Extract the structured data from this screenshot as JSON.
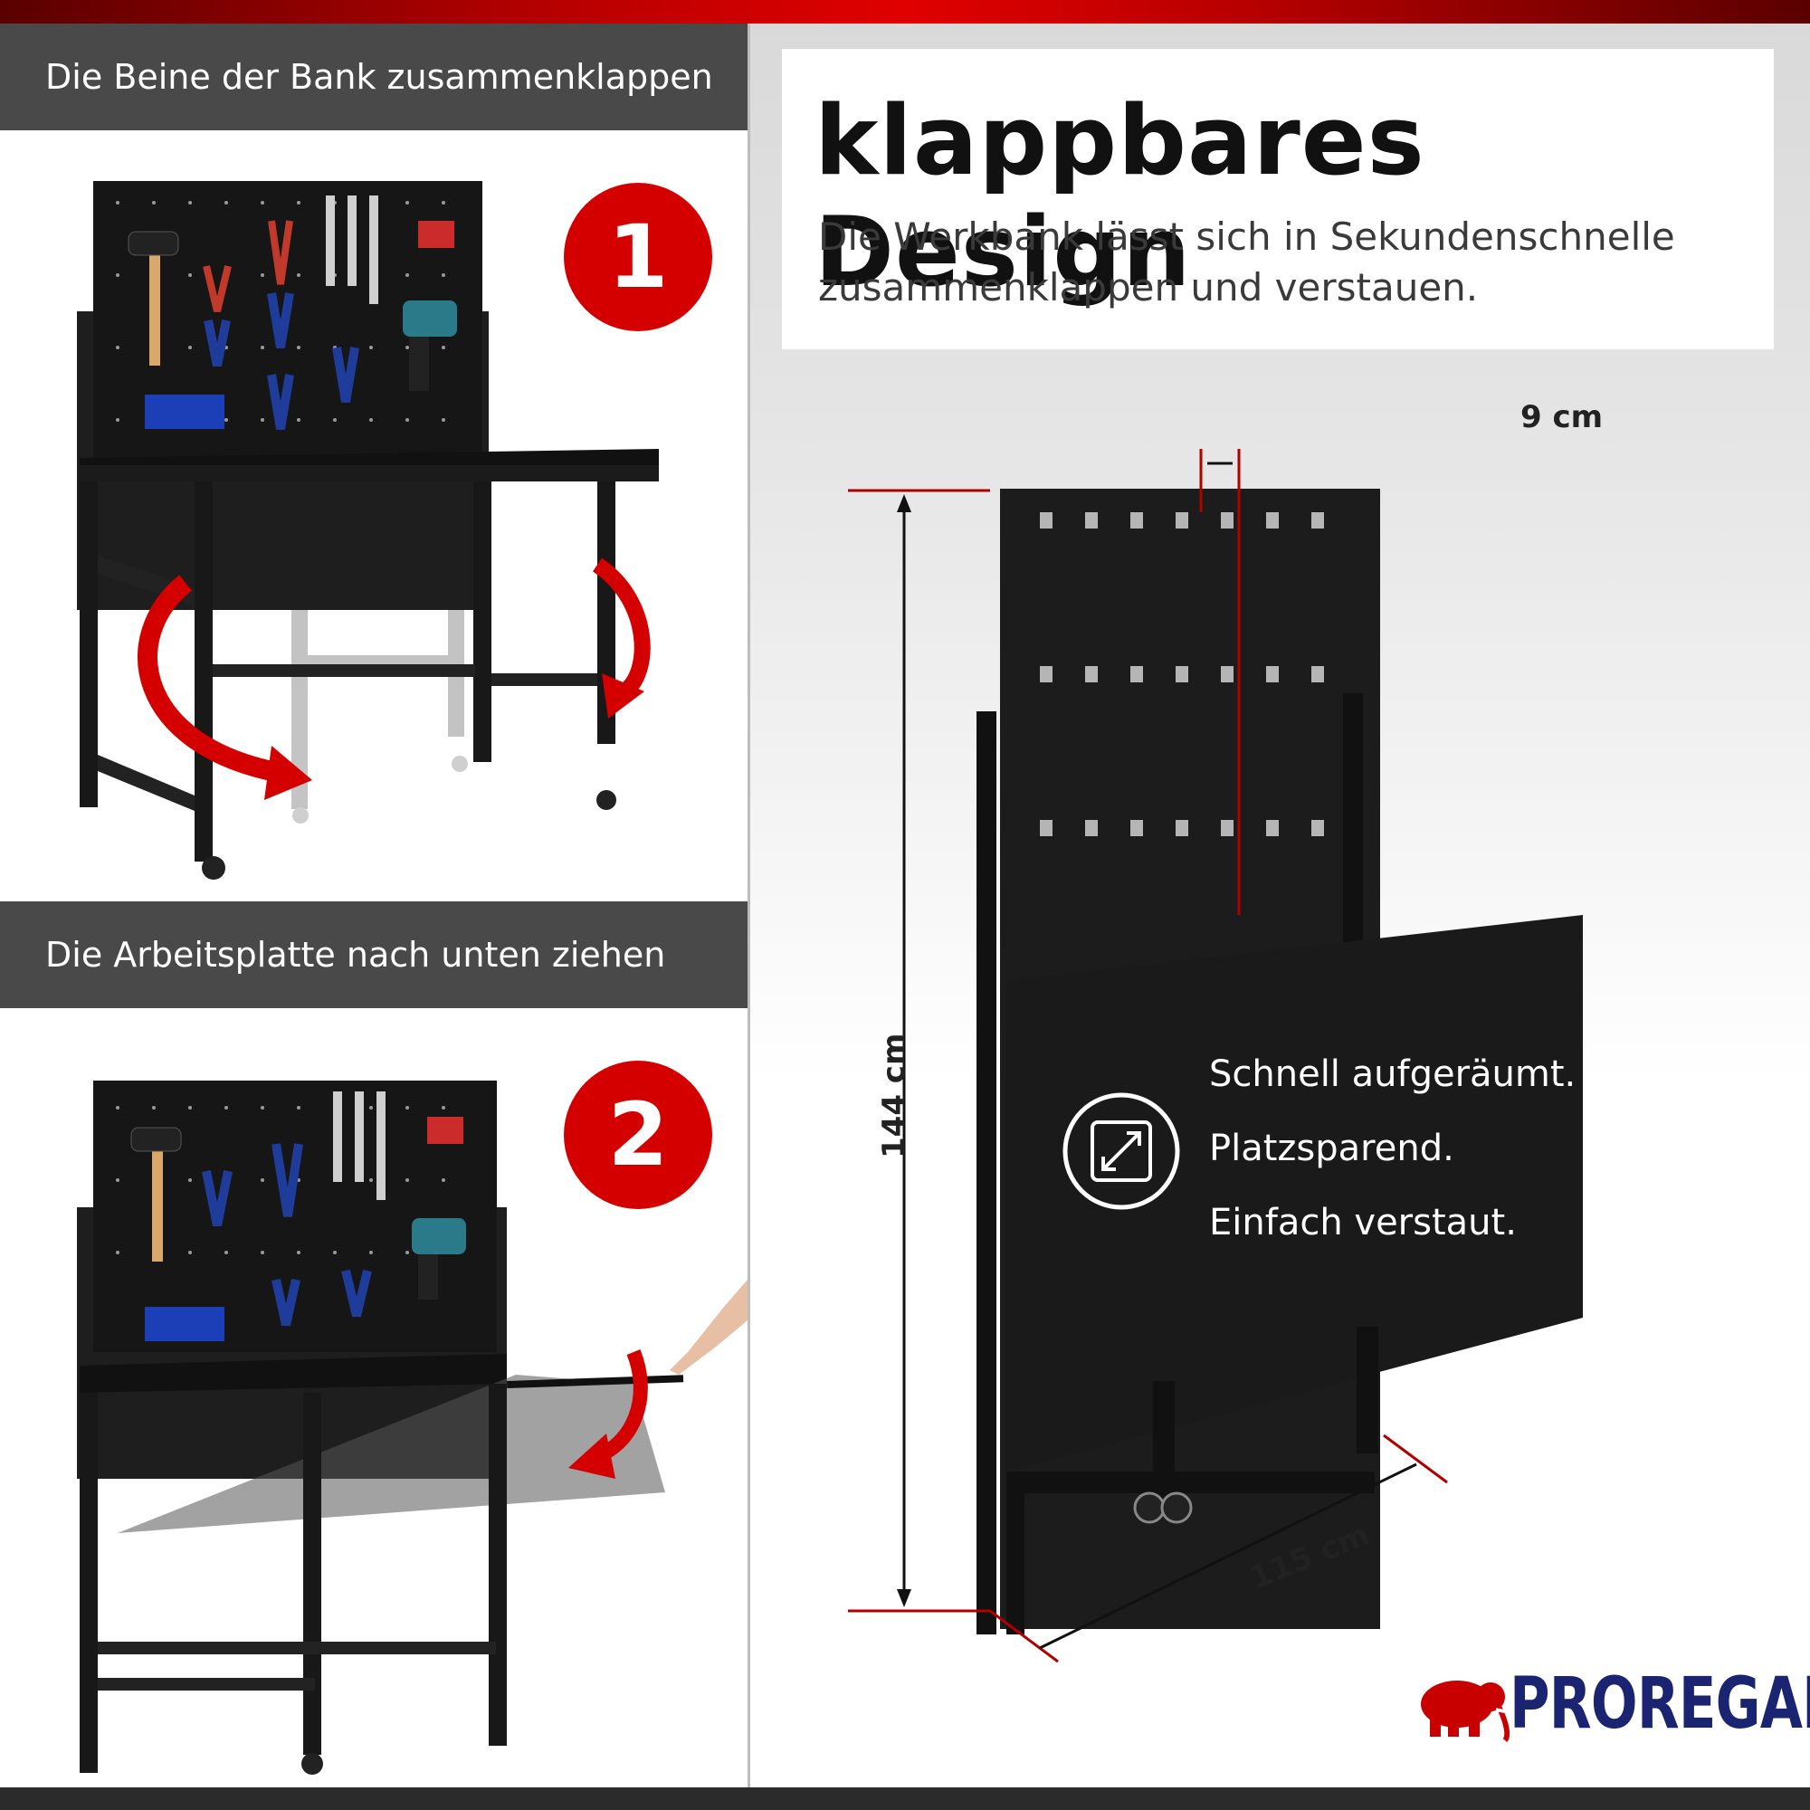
{
  "steps": [
    {
      "label": "Die Beine der Bank zusammenklappen",
      "number": "1"
    },
    {
      "label": "Die Arbeitsplatte nach unten ziehen",
      "number": "2"
    }
  ],
  "header": {
    "title": "klappbares Design",
    "subtitle": "Die Werkbank lässt sich in Sekundenschnelle zusammenklappen und verstauen."
  },
  "dimensions": {
    "depth": "9 cm",
    "height": "144 cm",
    "width": "115 cm"
  },
  "features": [
    "Schnell aufgeräumt.",
    "Platzsparend.",
    "Einfach verstaut."
  ],
  "brand": {
    "name": "PROREGAL",
    "color": "#1a2470",
    "icon": "mammoth-icon"
  },
  "colors": {
    "accent": "#d40000",
    "panel": "#4a4949"
  },
  "icons": {
    "feature": "expand-arrows-icon"
  }
}
